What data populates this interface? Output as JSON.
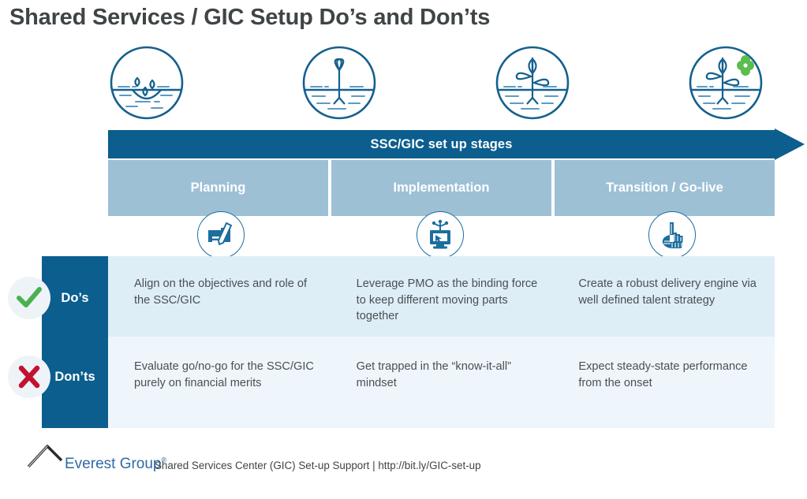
{
  "title": "Shared Services / GIC Setup Do’s and Don’ts",
  "colors": {
    "dark_blue": "#0b5e8e",
    "mid_blue": "#1b6e9e",
    "stage_blue": "#9dc0d5",
    "row_dos_bg": "#ddeef6",
    "row_donts_bg": "#eff6fb",
    "green": "#4cb050",
    "red": "#c3122f",
    "title_gray": "#3f4447",
    "body_gray": "#4a4f54",
    "brand_blue": "#2f6ba3"
  },
  "growth_icons": [
    {
      "name": "seed-in-soil-icon",
      "stage": "seed"
    },
    {
      "name": "sprout-icon",
      "stage": "sprout"
    },
    {
      "name": "seedling-icon",
      "stage": "seedling"
    },
    {
      "name": "flowering-plant-icon",
      "stage": "flowering"
    }
  ],
  "arrow_banner": {
    "label": "SSC/GIC set up stages"
  },
  "stages": [
    {
      "label": "Planning",
      "icon": "pen-folder-icon"
    },
    {
      "label": "Implementation",
      "icon": "computer-setup-icon"
    },
    {
      "label": "Transition / Go-live",
      "icon": "pointing-hand-icon"
    }
  ],
  "rows": [
    {
      "label": "Do’s",
      "marker": "check-icon",
      "marker_color": "#4cb050",
      "cells": [
        "Align on the objectives and role of the SSC/GIC",
        "Leverage PMO as the binding force to keep different moving parts together",
        "Create a robust delivery engine via well defined talent strategy"
      ]
    },
    {
      "label": "Don’ts",
      "marker": "cross-icon",
      "marker_color": "#c3122f",
      "cells": [
        "Evaluate go/no-go for the SSC/GIC purely on financial merits",
        "Get trapped in the “know-it-all” mindset",
        "Expect steady-state performance from the onset"
      ]
    }
  ],
  "footer": {
    "brand": "Everest Group",
    "brand_tm": "®",
    "note": "Shared Services Center (GIC) Set-up Support | http://bit.ly/GIC-set-up"
  }
}
